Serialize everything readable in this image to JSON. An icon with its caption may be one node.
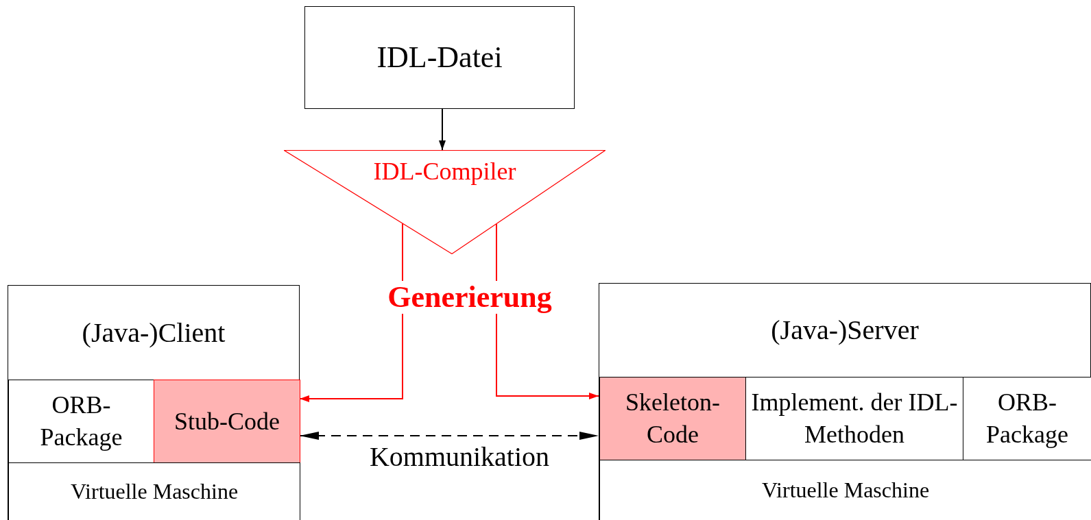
{
  "diagram": {
    "nodes": [
      {
        "text": [
          "IDL-Datei"
        ]
      },
      {
        "text": [
          "IDL-Compiler"
        ]
      },
      {
        "text": [
          "(Java-)Client"
        ]
      },
      {
        "text": [
          "ORB-Package"
        ],
        "in": 2
      },
      {
        "text": [
          "Stub-Code"
        ],
        "in": 2
      },
      {
        "text": [
          "Virtuelle Maschine"
        ],
        "in": 2
      },
      {
        "text": [
          "(Java-)Server"
        ]
      },
      {
        "text": [
          "Skeleton-Code"
        ],
        "in": 6
      },
      {
        "text": [
          "Implement. der IDL-Methoden"
        ],
        "in": 6
      },
      {
        "text": [
          "ORB-Package"
        ],
        "in": 6
      },
      {
        "text": [
          "Virtuelle Maschine"
        ],
        "in": 6
      }
    ],
    "edges": [
      {
        "from": 0,
        "to": 1,
        "arrow": "to"
      },
      {
        "from": 1,
        "to": 4,
        "arrow": "to",
        "color": "#ff0000"
      },
      {
        "from": 1,
        "to": 7,
        "arrow": "to",
        "color": "#ff0000"
      },
      {
        "from": 4,
        "to": 7,
        "arrow": "both",
        "style": "dashed",
        "label": "Kommunikation"
      }
    ],
    "labels": [
      "Generierung"
    ]
  }
}
